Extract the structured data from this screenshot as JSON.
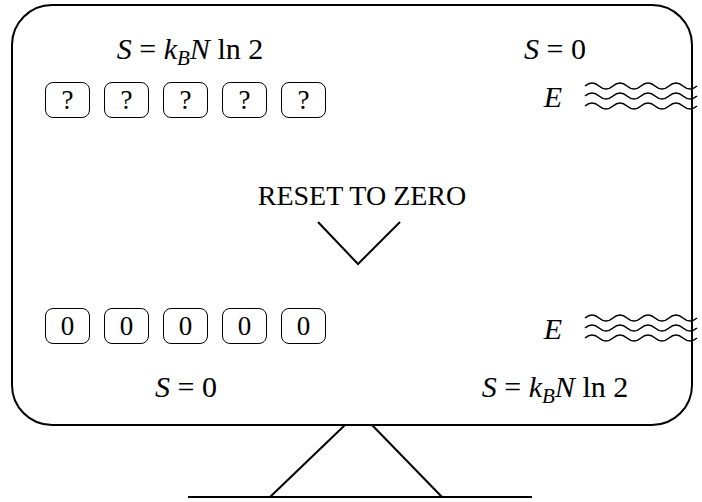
{
  "diagram": {
    "nodes": [
      {
        "text": [
          "?"
        ]
      },
      {
        "text": [
          "?"
        ]
      },
      {
        "text": [
          "?"
        ]
      },
      {
        "text": [
          "?"
        ]
      },
      {
        "text": [
          "?"
        ]
      },
      {
        "text": [
          "0"
        ]
      },
      {
        "text": [
          "0"
        ]
      },
      {
        "text": [
          "0"
        ]
      },
      {
        "text": [
          "0"
        ]
      },
      {
        "text": [
          "0"
        ]
      }
    ],
    "labels": [
      "S = kBN ln 2",
      "S = 0",
      "E",
      "RESET TO ZERO",
      "E",
      "S = 0",
      "S = kBN ln 2"
    ]
  }
}
